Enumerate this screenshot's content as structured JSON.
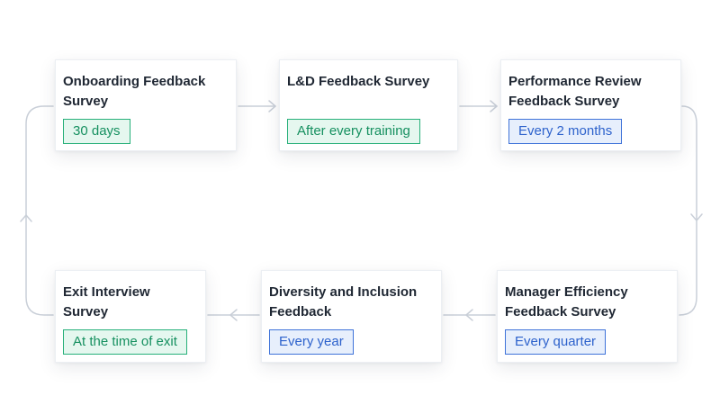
{
  "colors": {
    "green_badge_bg": "#e5f7ef",
    "green_badge_border": "#27b07a",
    "blue_badge_bg": "#e7effc",
    "blue_badge_border": "#3f73d9",
    "connector": "#c9cfd8"
  },
  "cards": [
    {
      "id": "onboarding",
      "title_lines": [
        "Onboarding Feedback",
        "Survey"
      ],
      "frequency": "30 days",
      "badge_style": "green"
    },
    {
      "id": "ld",
      "title_lines": [
        "L&D Feedback Survey"
      ],
      "frequency": "After every training",
      "badge_style": "green"
    },
    {
      "id": "performance",
      "title_lines": [
        "Performance Review",
        "Feedback Survey"
      ],
      "frequency": "Every 2 months",
      "badge_style": "blue"
    },
    {
      "id": "manager",
      "title_lines": [
        "Manager Efficiency",
        "Feedback Survey"
      ],
      "frequency": "Every quarter",
      "badge_style": "blue"
    },
    {
      "id": "diversity",
      "title_lines": [
        "Diversity and Inclusion",
        "Feedback"
      ],
      "frequency": "Every year",
      "badge_style": "blue"
    },
    {
      "id": "exit",
      "title_lines": [
        "Exit Interview",
        "Survey"
      ],
      "frequency": "At the time of exit",
      "badge_style": "green"
    }
  ],
  "flow": [
    "onboarding",
    "ld",
    "performance",
    "manager",
    "diversity",
    "exit",
    "onboarding"
  ]
}
